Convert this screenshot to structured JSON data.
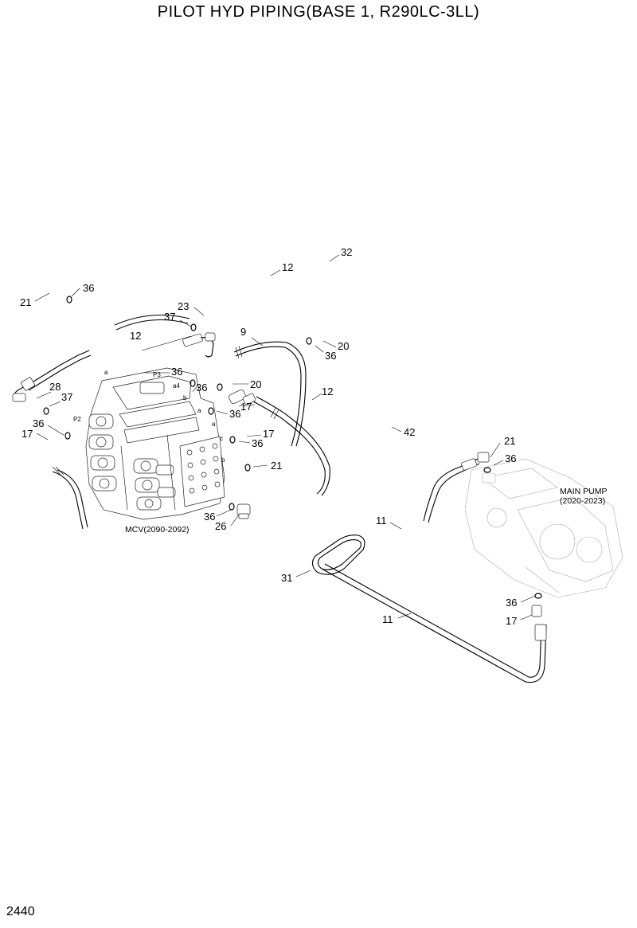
{
  "title": "PILOT HYD PIPING(BASE 1, R290LC-3LL)",
  "page_number": "2440",
  "captions": {
    "mcv": "MCV(2090-2092)",
    "pump_line1": "MAIN PUMP",
    "pump_line2": "(2020-2023)"
  },
  "port_labels": [
    "a",
    "P3",
    "a4",
    "b",
    "P2",
    "a",
    "c",
    "b",
    "a"
  ],
  "callouts": [
    "32",
    "12",
    "21",
    "36",
    "23",
    "37",
    "12",
    "9",
    "20",
    "36",
    "36",
    "28",
    "37",
    "36",
    "20",
    "12",
    "36",
    "17",
    "17",
    "36",
    "17",
    "36",
    "21",
    "42",
    "21",
    "36",
    "36",
    "26",
    "11",
    "31",
    "36",
    "17",
    "11"
  ]
}
